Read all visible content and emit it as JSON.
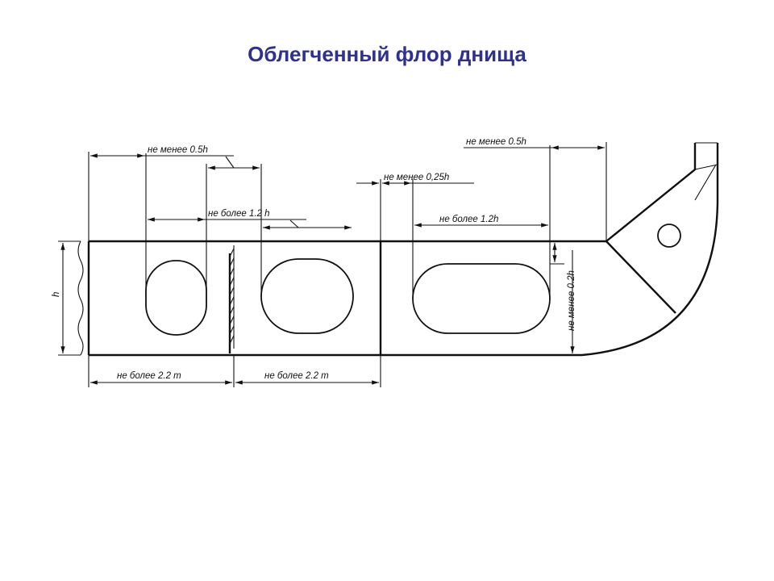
{
  "title": "Облегченный флор днища",
  "labels": {
    "dim_top_left": "не менее 0.5h",
    "dim_mid_left": "не более 1.2 h",
    "dim_small_center": "не менее 0,25h",
    "dim_mid_right": "не более 1.2h",
    "dim_top_right": "не менее 0.5h",
    "dim_vertical_edge": "не менее 0.2h",
    "dim_height": "h",
    "dim_bottom_left": "не более 2.2 m",
    "dim_bottom_right": "не более 2.2 m"
  }
}
